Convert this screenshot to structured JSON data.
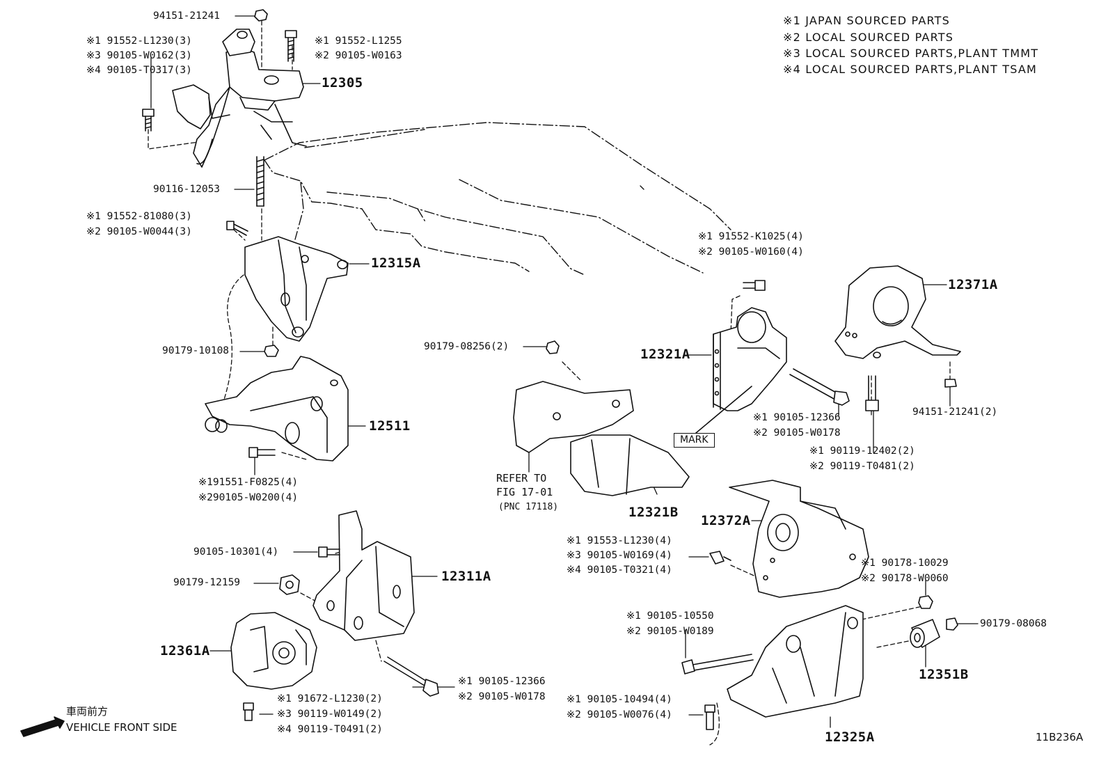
{
  "notes": [
    "※1 JAPAN SOURCED PARTS",
    "※2 LOCAL SOURCED PARTS",
    "※3 LOCAL SOURCED PARTS,PLANT TMMT",
    "※4 LOCAL SOURCED PARTS,PLANT TSAM"
  ],
  "figure_code": "11B236A",
  "direction": {
    "jp": "車両前方",
    "en": "VEHICLE FRONT SIDE"
  },
  "mark_label": "MARK",
  "refer": {
    "line1": "REFER TO",
    "line2": "FIG 17-01",
    "line3": "(PNC 17118)"
  },
  "parts": {
    "p12305": "12305",
    "p12315A": "12315A",
    "p12511": "12511",
    "p12311A": "12311A",
    "p12361A": "12361A",
    "p12321A": "12321A",
    "p12321B": "12321B",
    "p12371A": "12371A",
    "p12372A": "12372A",
    "p12351B": "12351B",
    "p12325A": "12325A"
  },
  "fasteners": {
    "f94151_21241": "94151-21241",
    "f_top_left_1": "※1 91552-L1230(3)",
    "f_top_left_2": "※3 90105-W0162(3)",
    "f_top_left_3": "※4 90105-T0317(3)",
    "f_top_right_1": "※1  91552-L1255",
    "f_top_right_2": "※2  90105-W0163",
    "f90116": "90116-12053",
    "f_mid_1": "※1 91552-81080(3)",
    "f_mid_2": "※2 90105-W0044(3)",
    "f90179_10108": "90179-10108",
    "f_low_1": "※191551-F0825(4)",
    "f_low_2": "※290105-W0200(4)",
    "f90105_10301": "90105-10301(4)",
    "f90179_12159": "90179-12159",
    "f_bolt_1": "※1 90105-12366",
    "f_bolt_2": "※2 90105-W0178",
    "f_bot_1": "※1 91672-L1230(2)",
    "f_bot_2": "※3 90119-W0149(2)",
    "f_bot_3": "※4 90119-T0491(2)",
    "f90179_08256": "90179-08256(2)",
    "f_k1025_1": "※1 91552-K1025(4)",
    "f_k1025_2": "※2 90105-W0160(4)",
    "f_12366_1": "※1  90105-12366",
    "f_12366_2": "※2  90105-W0178",
    "f_12402_1": "※1 90119-12402(2)",
    "f_12402_2": "※2 90119-T0481(2)",
    "f94151_2": "94151-21241(2)",
    "f_l1230_1": "※1 91553-L1230(4)",
    "f_l1230_2": "※3 90105-W0169(4)",
    "f_l1230_3": "※4 90105-T0321(4)",
    "f_10029_1": "※1 90178-10029",
    "f_10029_2": "※2 90178-W0060",
    "f90179_08068": "90179-08068",
    "f_10550_1": "※1 90105-10550",
    "f_10550_2": "※2 90105-W0189",
    "f_10494_1": "※1 90105-10494(4)",
    "f_10494_2": "※2 90105-W0076(4)"
  },
  "colors": {
    "ink": "#111111",
    "paper": "#ffffff"
  }
}
